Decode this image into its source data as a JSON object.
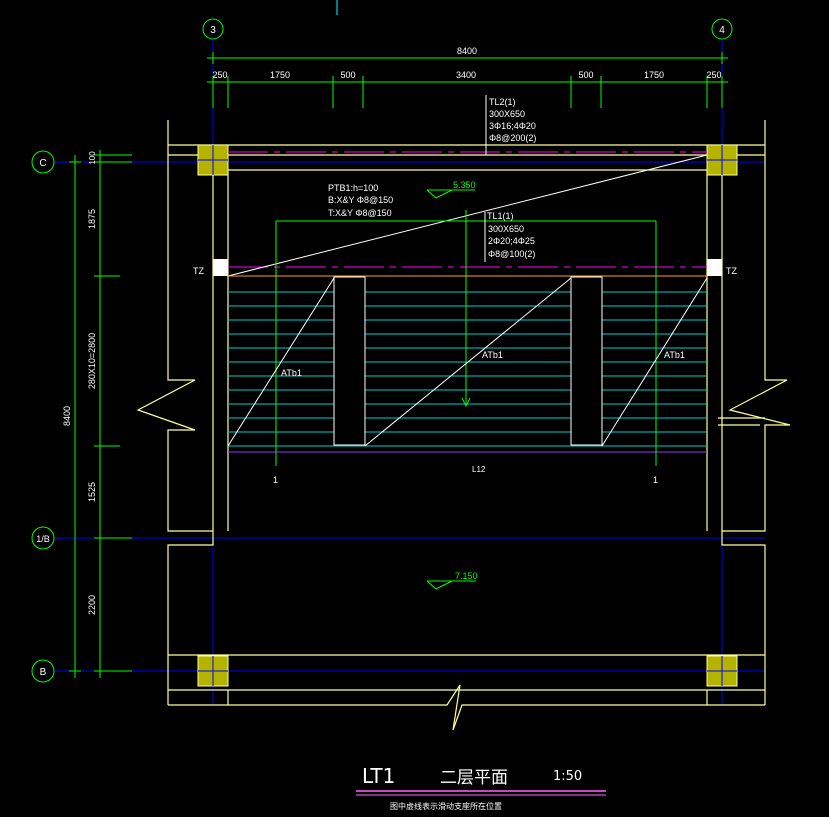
{
  "axes": {
    "top_left": "3",
    "top_right": "4",
    "left_c": "C",
    "left_1b": "1/B",
    "left_b": "B"
  },
  "dims_top": {
    "total": "8400",
    "d1": "250",
    "d2": "1750",
    "d3": "500",
    "d4": "3400",
    "d5": "500",
    "d6": "1750",
    "d7": "250"
  },
  "dims_left": {
    "total": "8400",
    "d1": "100",
    "d2": "1875",
    "d3": "280X10=2800",
    "d4": "1525",
    "d5": "2200"
  },
  "beam_tl2": {
    "l1": "TL2(1)",
    "l2": "300X650",
    "l3": "3Φ16;4Φ20",
    "l4": "Φ8@200(2)"
  },
  "beam_tl1": {
    "l1": "TL1(1)",
    "l2": "300X650",
    "l3": "2Φ20;4Φ25",
    "l4": "Φ8@100(2)"
  },
  "slab_ptb": {
    "l1": "PTB1:h=100",
    "l2": "B:X&Y Φ8@150",
    "l3": "T:X&Y Φ8@150"
  },
  "elev_upper": "5.350",
  "elev_lower": "7.150",
  "tz_left": "TZ",
  "tz_right": "TZ",
  "atb_left": "ATb1",
  "atb_mid": "ATb1",
  "atb_right": "ATb1",
  "section_left": "1",
  "section_right": "1",
  "l12_label": "L12",
  "title": {
    "code": "LT1",
    "name": "二层平面",
    "scale": "1:50",
    "note": "图中虚线表示滑动支座所在位置"
  },
  "colors": {
    "background": "#000000",
    "wall": "#ffff99",
    "column": "#b3b300",
    "axis": "#0000ff",
    "dimension": "#00ff00",
    "step": "#00cccc",
    "hidden": "#ff00ff",
    "text": "#ffffff"
  }
}
